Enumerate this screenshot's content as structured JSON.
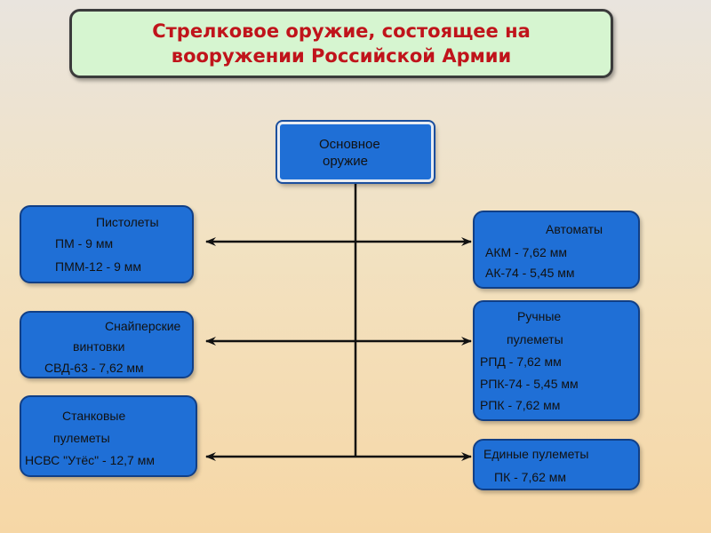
{
  "title": {
    "line1": "Стрелковое оружие, состоящее на",
    "line2": "вооружении Российской Армии"
  },
  "main": {
    "line1": "Основное",
    "line2": "оружие"
  },
  "pistols": {
    "heading": "Пистолеты",
    "items": [
      "ПМ - 9 мм",
      "ПММ-12 - 9 мм"
    ]
  },
  "sniper_rifles": {
    "heading1": "Снайперские",
    "heading2": "винтовки",
    "items": [
      "СВД-63 - 7,62 мм"
    ]
  },
  "mounted_mg": {
    "heading1": "Станковые",
    "heading2": "пулеметы",
    "items": [
      "НСВС \"Утёс\" - 12,7 мм"
    ]
  },
  "assault_rifles": {
    "heading": "Автоматы",
    "items": [
      "АКМ - 7,62 мм",
      "АК-74 - 5,45 мм"
    ]
  },
  "light_mg": {
    "heading1": "Ручные",
    "heading2": "пулеметы",
    "items": [
      "РПД - 7,62 мм",
      "РПК-74 - 5,45 мм",
      "РПК  - 7,62 мм"
    ]
  },
  "general_mg": {
    "heading": "Единые пулеметы",
    "items": [
      "ПК - 7,62 мм"
    ]
  },
  "colors": {
    "title_text": "#c0141b",
    "box_fill": "#1f6fd6",
    "title_fill": "#d6f5d0"
  }
}
